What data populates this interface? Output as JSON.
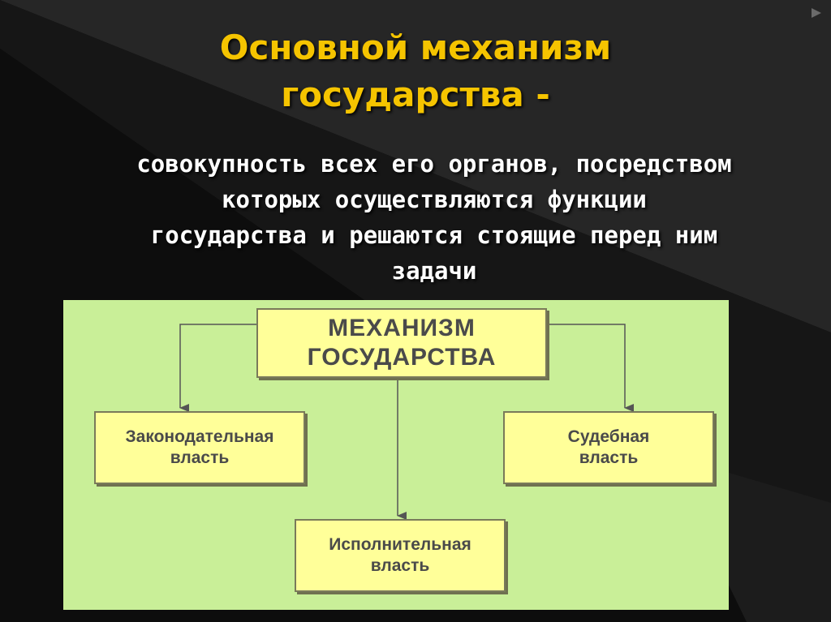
{
  "title": {
    "line1": "Основной механизм",
    "line2": "государства -"
  },
  "definition": {
    "lines": [
      "совокупность всех его органов, посредством",
      "которых осуществляются функции",
      "государства и решаются стоящие перед ним",
      "задачи"
    ]
  },
  "diagram": {
    "main": {
      "line1": "МЕХАНИЗМ",
      "line2": "ГОСУДАРСТВА"
    },
    "legislative": {
      "line1": "Законодательная",
      "line2": "власть"
    },
    "judicial": {
      "line1": "Судебная",
      "line2": "власть"
    },
    "executive": {
      "line1": "Исполнительная",
      "line2": "власть"
    }
  },
  "colors": {
    "title": "#f5c400",
    "diagram_background": "#c9ef98",
    "box_fill": "#ffff99",
    "page_background": "#0a0a0a"
  }
}
